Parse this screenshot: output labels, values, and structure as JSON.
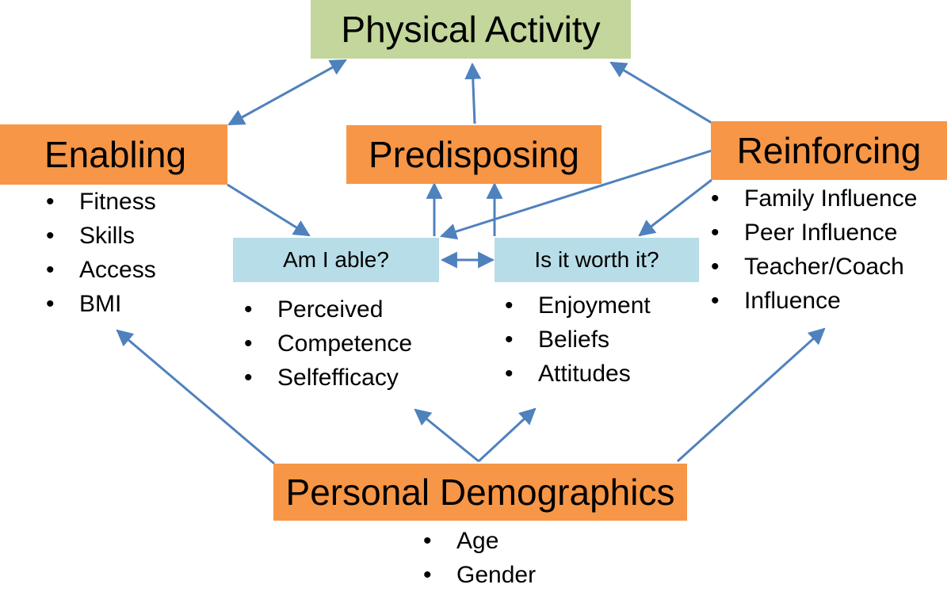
{
  "nodes": {
    "physical_activity": "Physical Activity",
    "enabling": "Enabling",
    "predisposing": "Predisposing",
    "reinforcing": "Reinforcing",
    "am_i_able": "Am I able?",
    "is_it_worth_it": "Is it worth it?",
    "personal_demographics": "Personal Demographics"
  },
  "enabling_items": [
    "Fitness",
    "Skills",
    "Access",
    "BMI"
  ],
  "reinforcing_items": [
    "Family Influence",
    "Peer Influence",
    "Teacher/Coach",
    "Influence"
  ],
  "able_items": [
    "Perceived",
    "Competence",
    "Selfefficacy"
  ],
  "worth_items": [
    "Enjoyment",
    "Beliefs",
    "Attitudes"
  ],
  "demographics_items": [
    "Age",
    "Gender"
  ],
  "colors": {
    "physical_activity": "#c3d69b",
    "factor": "#f79646",
    "question": "#b7dde8",
    "arrow": "#4f81bd"
  }
}
